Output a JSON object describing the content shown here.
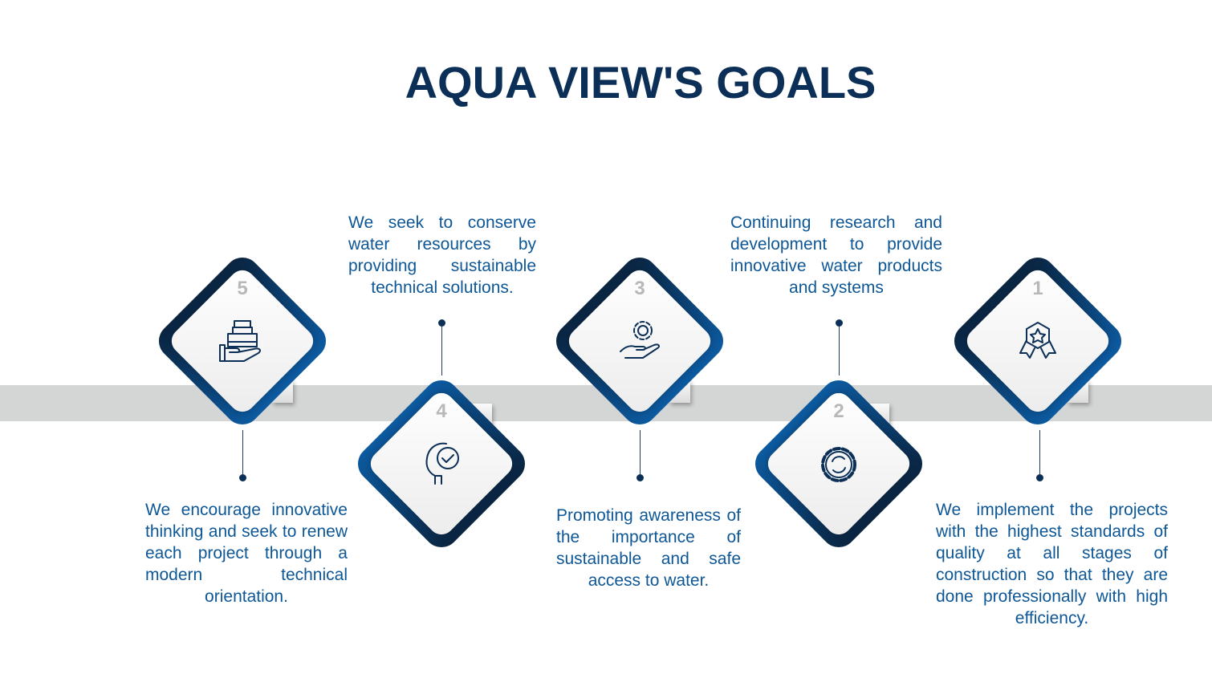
{
  "title": "AQUA VIEW'S GOALS",
  "goals": [
    {
      "number": "5",
      "icon": "hand-holding-stack-icon",
      "text": "We encourage innovative thinking and seek to renew each project through a modern technical orientation."
    },
    {
      "number": "4",
      "icon": "head-check-icon",
      "text": "We seek to conserve water resources by providing sustainable technical solutions."
    },
    {
      "number": "3",
      "icon": "hand-gear-icon",
      "text": "Promoting awareness of the importance of sustainable and safe access to water."
    },
    {
      "number": "2",
      "icon": "gear-cycle-icon",
      "text": "Continuing research and development to provide innovative water products and systems"
    },
    {
      "number": "1",
      "icon": "award-badge-icon",
      "text": "We implement the projects with the highest standards of quality at all stages of construction so that they are done professionally with high efficiency."
    }
  ],
  "colors": {
    "title": "#0b2f57",
    "text": "#0e5796",
    "band": "#d4d5d5"
  }
}
